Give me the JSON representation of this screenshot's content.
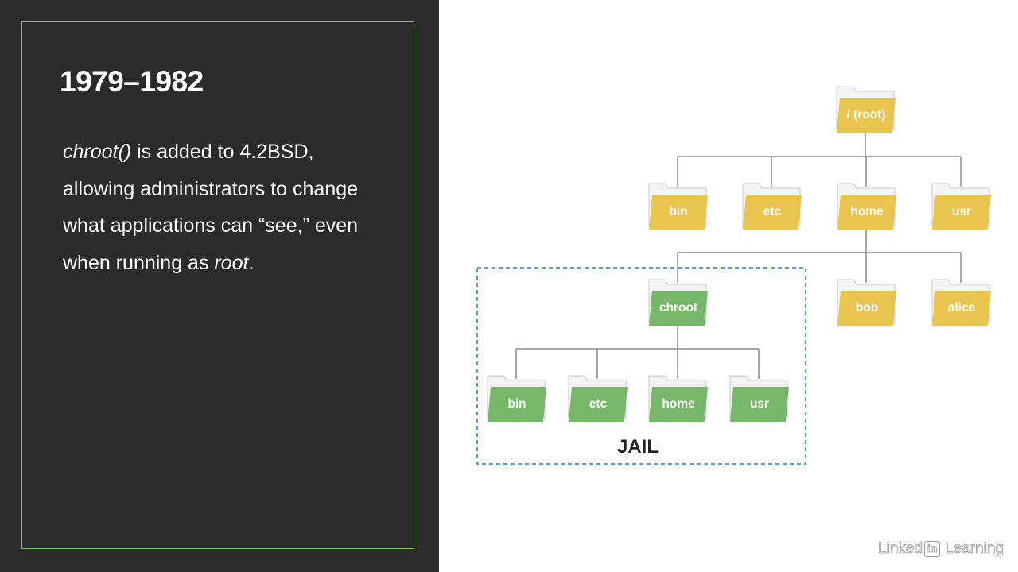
{
  "slide": {
    "title": "1979–1982",
    "body_parts": [
      {
        "text": "chroot()",
        "italic": true
      },
      {
        "text": " is added to 4.2BSD, allowing administrators to change what applications can “see,” even when running as ",
        "italic": false
      },
      {
        "text": "root",
        "italic": true
      },
      {
        "text": ".",
        "italic": false
      }
    ]
  },
  "diagram": {
    "colors": {
      "host": "#e9c44f",
      "host_tab": "#f3f3f3",
      "jail": "#77b76a",
      "connector": "#8a8a8a",
      "jail_border": "#5a9bd0"
    },
    "folders": [
      {
        "id": "root",
        "label": "/ (root)",
        "group": "host",
        "parent": null
      },
      {
        "id": "bin",
        "label": "bin",
        "group": "host",
        "parent": "root"
      },
      {
        "id": "etc",
        "label": "etc",
        "group": "host",
        "parent": "root"
      },
      {
        "id": "home",
        "label": "home",
        "group": "host",
        "parent": "root"
      },
      {
        "id": "usr",
        "label": "usr",
        "group": "host",
        "parent": "root"
      },
      {
        "id": "chroot",
        "label": "chroot",
        "group": "jail",
        "parent": "home"
      },
      {
        "id": "bob",
        "label": "bob",
        "group": "host",
        "parent": "home"
      },
      {
        "id": "alice",
        "label": "alice",
        "group": "host",
        "parent": "home"
      },
      {
        "id": "jbin",
        "label": "bin",
        "group": "jail",
        "parent": "chroot"
      },
      {
        "id": "jetc",
        "label": "etc",
        "group": "jail",
        "parent": "chroot"
      },
      {
        "id": "jhome",
        "label": "home",
        "group": "jail",
        "parent": "chroot"
      },
      {
        "id": "jusr",
        "label": "usr",
        "group": "jail",
        "parent": "chroot"
      }
    ],
    "jail_label": "JAIL"
  },
  "logo": {
    "part1": "Linked",
    "part2": "in",
    "part3": "Learning"
  }
}
